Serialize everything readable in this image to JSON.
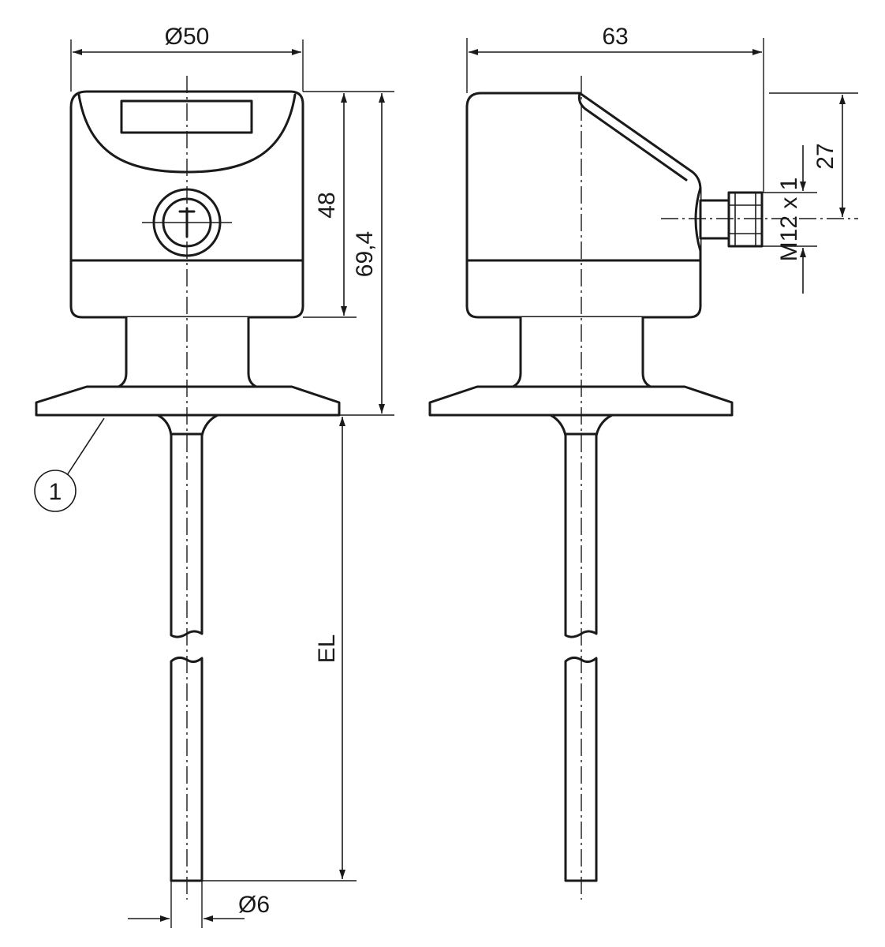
{
  "dimensions": {
    "diameter_body": "Ø50",
    "height_display": "48",
    "height_total": "69,4",
    "depth_total": "63",
    "connector_offset": "27",
    "connector_thread": "M12 x 1",
    "probe_length": "EL",
    "probe_diameter": "Ø6"
  },
  "callouts": {
    "item_1": "1"
  },
  "colors": {
    "line": "#1a1a1a",
    "background": "#ffffff"
  }
}
